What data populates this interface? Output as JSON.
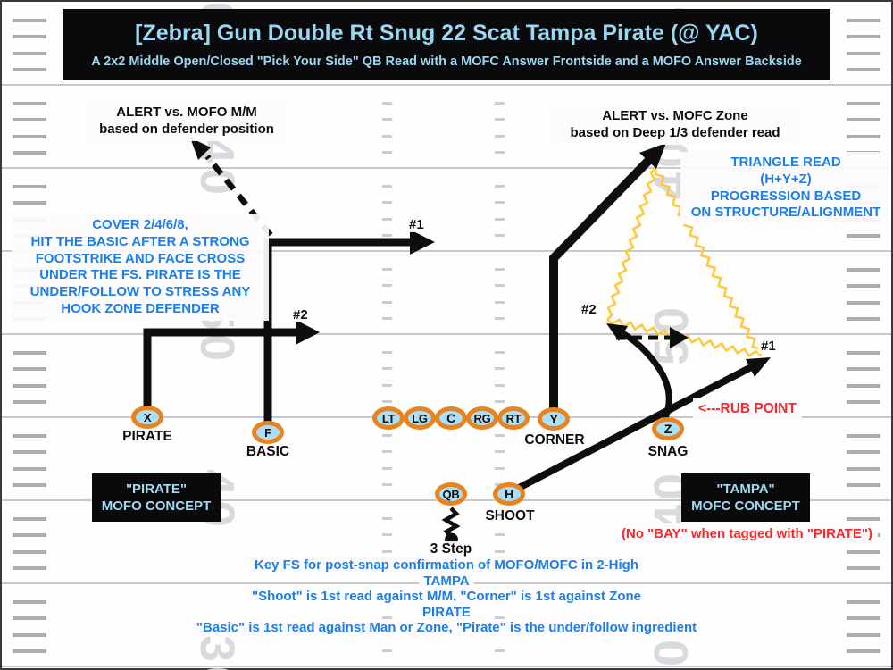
{
  "header": {
    "title": "[Zebra] Gun Double Rt Snug 22 Scat Tampa Pirate (@ YAC)",
    "subtitle": "A 2x2 Middle Open/Closed \"Pick Your Side\" QB Read with a MOFC Answer Frontside and a MOFO Answer Backside"
  },
  "annotations": {
    "alert_left": "ALERT vs. MOFO M/M\nbased on defender position",
    "alert_right": "ALERT vs. MOFC Zone\nbased on Deep 1/3 defender read",
    "triangle_read": "TRIANGLE READ\n(H+Y+Z)\nPROGRESSION BASED\nON STRUCTURE/ALIGNMENT",
    "cover_note": "COVER 2/4/6/8,\nHIT THE BASIC AFTER A STRONG\nFOOTSTRIKE AND FACE CROSS\nUNDER THE FS. PIRATE IS THE\nUNDER/FOLLOW TO STRESS ANY\nHOOK ZONE DEFENDER",
    "rub_point": "<---RUB POINT",
    "no_bay": "(No \"BAY\" when tagged with \"PIRATE\")",
    "qb_drop": "3 Step",
    "footer_line1": "Key FS for post-snap confirmation of MOFO/MOFC in 2-High",
    "footer_line2": "TAMPA",
    "footer_line3": "\"Shoot\" is 1st read against M/M, \"Corner\" is 1st against Zone",
    "footer_line4": "PIRATE",
    "footer_line5": "\"Basic\" is 1st read against Man or Zone, \"Pirate\" is the under/follow ingredient"
  },
  "route_labels": {
    "left_one": "#1",
    "left_two": "#2",
    "right_one": "#1",
    "right_two": "#2"
  },
  "concepts": {
    "left": {
      "line1": "\"PIRATE\"",
      "line2": "MOFO CONCEPT"
    },
    "right": {
      "line1": "\"TAMPA\"",
      "line2": "MOFC CONCEPT"
    }
  },
  "players": {
    "x": {
      "label": "X",
      "tag": "PIRATE"
    },
    "f": {
      "label": "F",
      "tag": "BASIC"
    },
    "lt": {
      "label": "LT"
    },
    "lg": {
      "label": "LG"
    },
    "c": {
      "label": "C"
    },
    "rg": {
      "label": "RG"
    },
    "rt": {
      "label": "RT"
    },
    "y": {
      "label": "Y",
      "tag": "CORNER"
    },
    "z": {
      "label": "Z",
      "tag": "SNAG"
    },
    "qb": {
      "label": "QB"
    },
    "h": {
      "label": "H",
      "tag": "SHOOT"
    }
  },
  "field": {
    "numbers": [
      "30",
      "40",
      "50",
      "40",
      "30"
    ]
  },
  "colors": {
    "title_text": "#9BD7F1",
    "note_blue": "#1B7FE9",
    "alert_red": "#F42A2A",
    "player_fill": "#ABDFF7",
    "player_border": "#E8841F",
    "route_black": "#0E0E0E",
    "triangle_gold": "#FFC93E"
  }
}
